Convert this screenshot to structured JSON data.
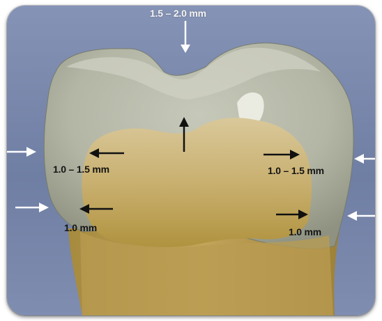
{
  "labels": {
    "occlusal": "1.5 – 2.0 mm",
    "left_upper": "1.0 – 1.5 mm",
    "right_upper": "1.0 – 1.5 mm",
    "left_lower": "1.0 mm",
    "right_lower": "1.0 mm"
  },
  "colors": {
    "background_blue": "#7f8fb2",
    "enamel": "#b9bcac",
    "dentin": "#cdb779",
    "arrow_dark": "#111111",
    "arrow_light": "#ffffff"
  }
}
